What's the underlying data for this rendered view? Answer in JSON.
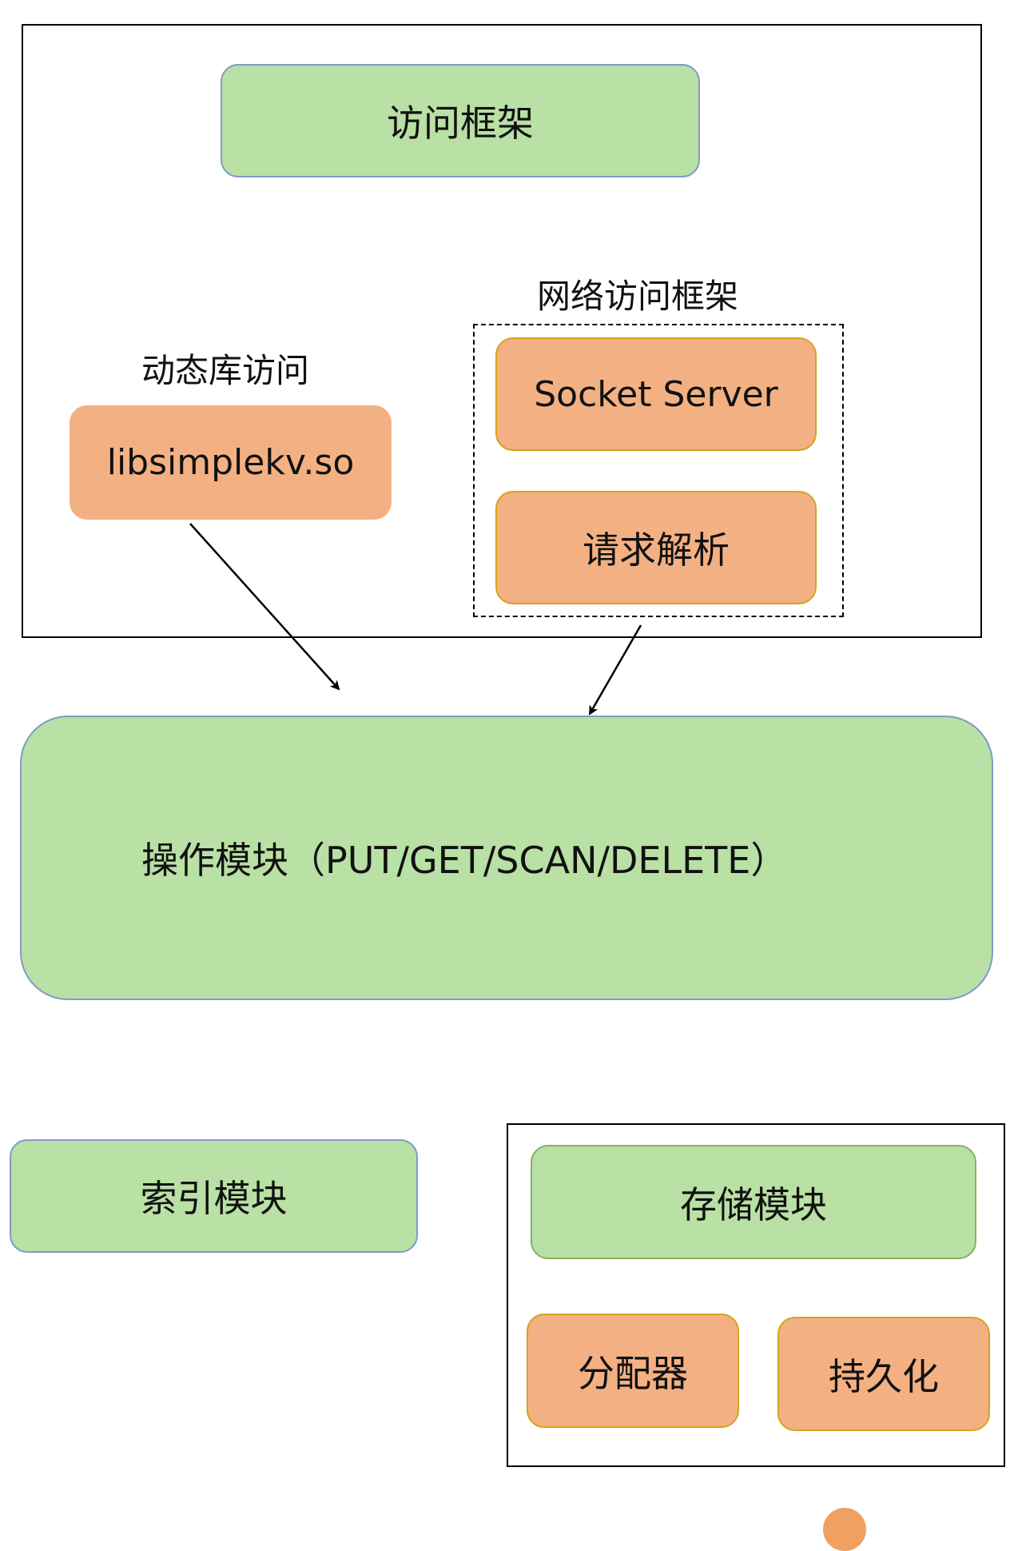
{
  "top": {
    "access_framework": "访问框架",
    "network_framework_label": "网络访问框架",
    "dynlib_label": "动态库访问",
    "libsimplekv": "libsimplekv.so",
    "socket_server": "Socket Server",
    "request_parse": "请求解析"
  },
  "operation_module": "操作模块（PUT/GET/SCAN/DELETE）",
  "index_module": "索引模块",
  "storage": {
    "title": "存储模块",
    "allocator": "分配器",
    "persistence": "持久化"
  },
  "colors": {
    "green_fill": "#b9e0a5",
    "orange_fill": "#f3b183",
    "blue_border": "#7e9ac7",
    "orange_border": "#d6a21f"
  }
}
